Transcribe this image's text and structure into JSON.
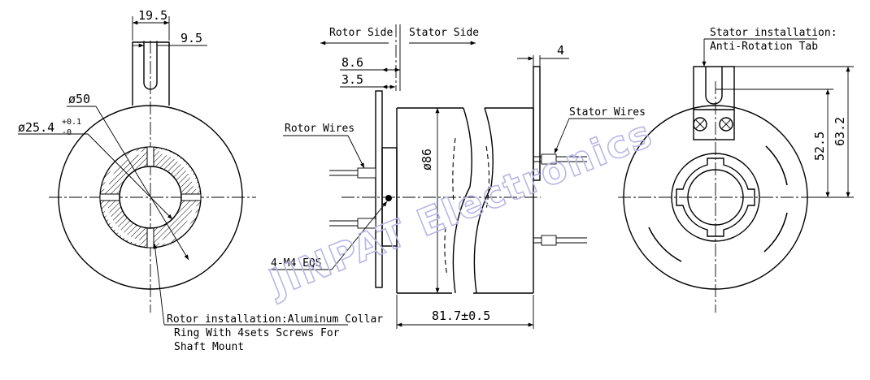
{
  "watermark": "JINPAT Electronics",
  "colors": {
    "line": "#000000",
    "watermark": "#b7b7e6",
    "background": "#ffffff"
  },
  "left_view": {
    "dim_tab_width": "19.5",
    "dim_slot_width": "9.5",
    "dim_outer_dia": "ø50",
    "dim_bore_dia": "ø25.4",
    "dim_bore_tol_upper": "+0.1",
    "dim_bore_tol_lower": "-0",
    "note_line1": "Rotor installation:Aluminum Collar",
    "note_line2": "Ring With 4sets Screws For",
    "note_line3": "Shaft Mount"
  },
  "side_view": {
    "rotor_side": "Rotor Side",
    "stator_side": "Stator Side",
    "dim_flange": "8.6",
    "dim_collar": "3.5",
    "dim_tab_thickness": "4",
    "rotor_wires": "Rotor Wires",
    "stator_wires": "Stator Wires",
    "dim_body_dia": "ø86",
    "screws": "4-M4 EQS",
    "dim_length": "81.7±0.5"
  },
  "right_view": {
    "note_line1": "Stator installation:",
    "note_line2": "Anti-Rotation Tab",
    "dim_short": "52.5",
    "dim_tall": "63.2"
  }
}
